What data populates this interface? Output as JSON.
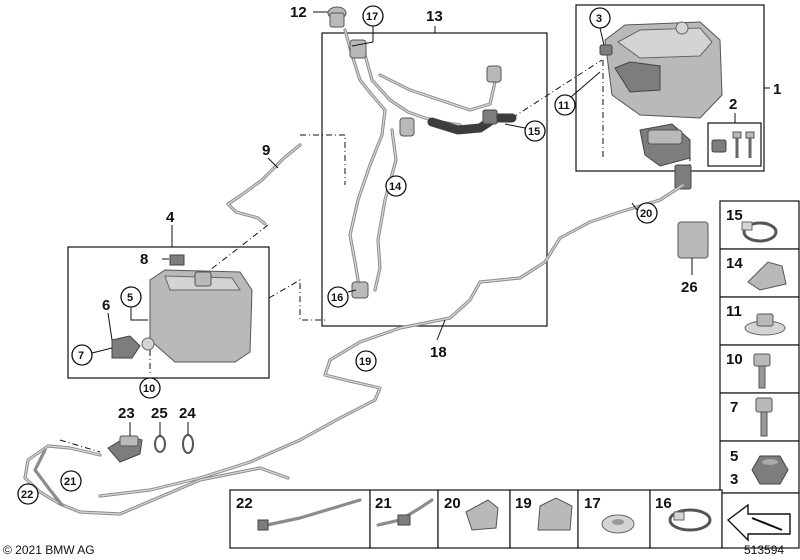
{
  "labels": {
    "l1": "1",
    "l2": "2",
    "l4": "4",
    "l5": "5",
    "l6": "6",
    "l7": "7",
    "l8": "8",
    "l9": "9",
    "l10": "10",
    "l11": "11",
    "l12": "12",
    "l13": "13",
    "l14": "14",
    "l15": "15",
    "l16": "16",
    "l17": "17",
    "l18": "18",
    "l19": "19",
    "l20": "20",
    "l21": "21",
    "l22": "22",
    "l23": "23",
    "l24": "24",
    "l25": "25",
    "l26": "26",
    "l3": "3"
  },
  "side_panel": {
    "c15": "15",
    "c14": "14",
    "c11": "11",
    "c10": "10",
    "c7": "7",
    "c5": "5",
    "c3": "3"
  },
  "bottom_panel": {
    "b22": "22",
    "b21": "21",
    "b20": "20",
    "b19": "19",
    "b17": "17",
    "b16": "16"
  },
  "footer": {
    "copyright": "© 2021 BMW AG",
    "diagram_id": "513594"
  }
}
